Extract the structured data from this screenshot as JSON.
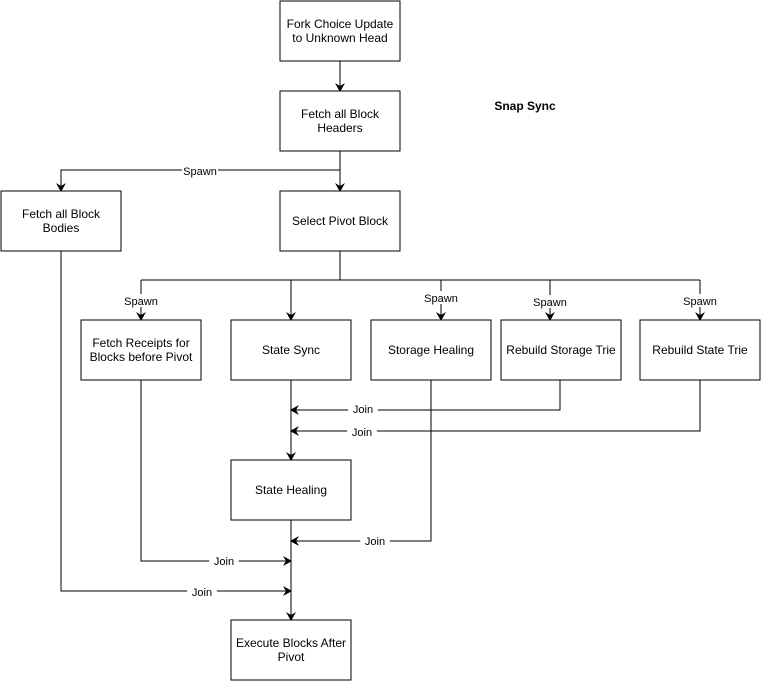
{
  "title": "Snap Sync",
  "nodes": {
    "fcu": [
      "Fork Choice Update",
      "to Unknown Head"
    ],
    "headers": [
      "Fetch all Block",
      "Headers"
    ],
    "bodies": [
      "Fetch all Block",
      "Bodies"
    ],
    "pivot": [
      "Select Pivot Block"
    ],
    "receipts": [
      "Fetch Receipts for",
      "Blocks before Pivot"
    ],
    "state_sync": [
      "State Sync"
    ],
    "storage_healing": [
      "Storage Healing"
    ],
    "rebuild_storage": [
      "Rebuild Storage Trie"
    ],
    "rebuild_state": [
      "Rebuild State Trie"
    ],
    "state_healing": [
      "State Healing"
    ],
    "execute": [
      "Execute Blocks After",
      "Pivot"
    ]
  },
  "edge_labels": {
    "spawn_bodies": "Spawn",
    "spawn_receipts": "Spawn",
    "spawn_storage_healing": "Spawn",
    "spawn_rebuild_storage": "Spawn",
    "spawn_rebuild_state": "Spawn",
    "join_rebuild_storage": "Join",
    "join_rebuild_state": "Join",
    "join_storage_healing": "Join",
    "join_receipts": "Join",
    "join_bodies": "Join"
  }
}
